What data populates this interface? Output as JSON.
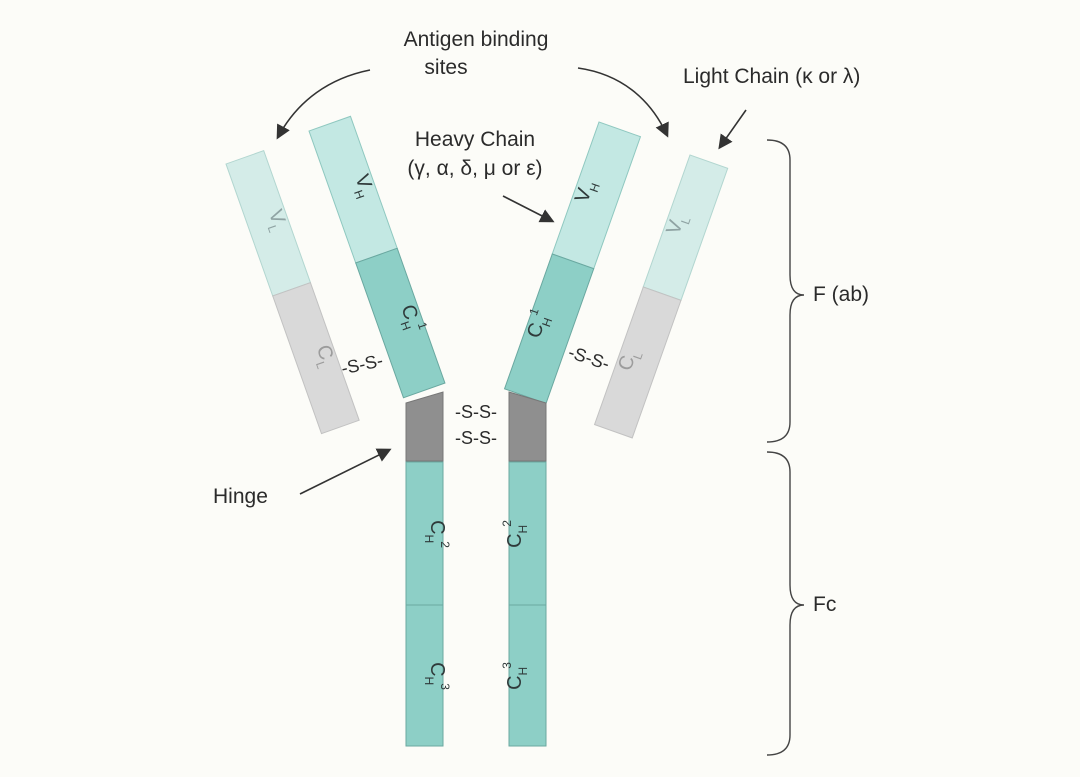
{
  "labels": {
    "antigen_line1": "Antigen binding",
    "antigen_line2": "sites",
    "light_chain": "Light Chain (κ or λ)",
    "heavy_line1": "Heavy Chain",
    "heavy_line2": "(γ, α, δ, μ or ε)",
    "hinge": "Hinge",
    "fab": "F (ab)",
    "fc": "Fc"
  },
  "segments": {
    "vh_main": "V",
    "vh_sub": "H",
    "vl_main": "V",
    "vl_sub": "L",
    "ch1_main": "C",
    "ch1_sub": "H",
    "ch1_sup": "1",
    "cl_main": "C",
    "cl_sub": "L",
    "ch2_main": "C",
    "ch2_sub": "H",
    "ch2_sup": "2",
    "ch3_main": "C",
    "ch3_sub": "H",
    "ch3_sup": "3"
  },
  "bonds": {
    "disulfide": "-S-S-"
  },
  "colors": {
    "variable": "#c3e8e3",
    "constant": "#8dcfc6",
    "light_variable": "#d4ece8",
    "light_constant": "#d9d9d9",
    "hinge": "#8f8f8f",
    "outline": "#6aa8a0"
  }
}
